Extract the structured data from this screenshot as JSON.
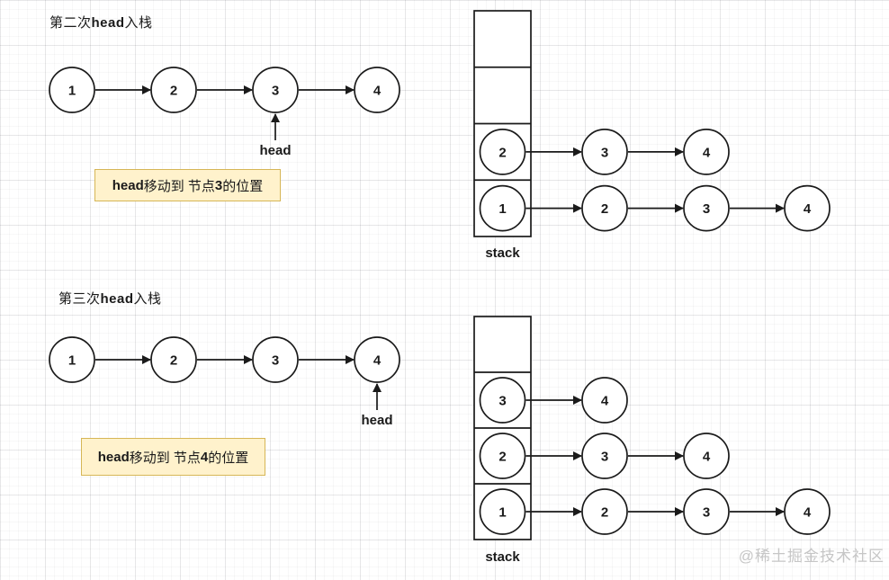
{
  "watermark": "@稀土掘金技术社区",
  "colors": {
    "line": "#1a1a1a",
    "text": "#1a1a1a",
    "node_fill": "#ffffff",
    "node_stroke": "#1a1a1a",
    "note_fill": "#fff2cc",
    "note_stroke": "#d6b656",
    "watermark": "#c6c6c6"
  },
  "sections": [
    {
      "id": "second-head-push",
      "title": {
        "text": "第二次head入栈",
        "segments": [
          {
            "text": "第二次",
            "bold": false
          },
          {
            "text": "head",
            "bold": true
          },
          {
            "text": "入栈",
            "bold": false
          }
        ]
      },
      "linked_list": {
        "nodes": [
          "1",
          "2",
          "3",
          "4"
        ],
        "head_pointer": {
          "label": "head",
          "points_to_node": "3",
          "head_index": 2
        }
      },
      "note": {
        "text": "head移动到 节点3 的位置",
        "segments": [
          {
            "text": "head",
            "bold": true
          },
          {
            "text": "移动到 节点",
            "bold": false
          },
          {
            "text": "3",
            "bold": true
          },
          {
            "text": " 的位置",
            "bold": false
          }
        ]
      },
      "stack": {
        "label": "stack",
        "cells_top_to_bottom": [
          {
            "value": null,
            "chain": []
          },
          {
            "value": null,
            "chain": []
          },
          {
            "value": "2",
            "chain": [
              "3",
              "4"
            ]
          },
          {
            "value": "1",
            "chain": [
              "2",
              "3",
              "4"
            ]
          }
        ]
      }
    },
    {
      "id": "third-head-push",
      "title": {
        "text": "第三次head入栈",
        "segments": [
          {
            "text": "第三次",
            "bold": false
          },
          {
            "text": "head",
            "bold": true
          },
          {
            "text": "入栈",
            "bold": false
          }
        ]
      },
      "linked_list": {
        "nodes": [
          "1",
          "2",
          "3",
          "4"
        ],
        "head_pointer": {
          "label": "head",
          "points_to_node": "4",
          "head_index": 3
        }
      },
      "note": {
        "text": "head移动到 节点4 的位置",
        "segments": [
          {
            "text": "head",
            "bold": true
          },
          {
            "text": "移动到 节点",
            "bold": false
          },
          {
            "text": "4",
            "bold": true
          },
          {
            "text": " 的位置",
            "bold": false
          }
        ]
      },
      "stack": {
        "label": "stack",
        "cells_top_to_bottom": [
          {
            "value": null,
            "chain": []
          },
          {
            "value": "3",
            "chain": [
              "4"
            ]
          },
          {
            "value": "2",
            "chain": [
              "3",
              "4"
            ]
          },
          {
            "value": "1",
            "chain": [
              "2",
              "3",
              "4"
            ]
          }
        ]
      }
    }
  ]
}
